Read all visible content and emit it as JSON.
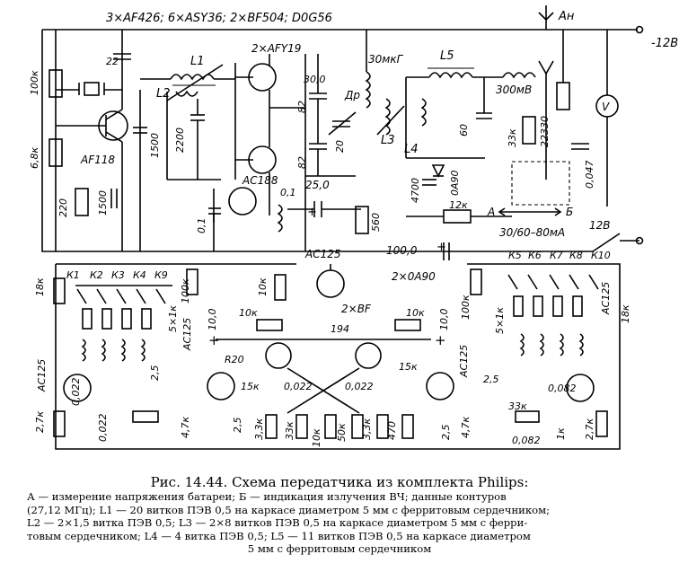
{
  "header_text": "3×AF426; 6×ASY36; 2×BF504; D0G56",
  "antenna_label": "Ан",
  "supply_label": "-12В",
  "supply2_label": "12В",
  "meter_label": "V",
  "labels": {
    "l1": "L1",
    "l2": "L2",
    "l3": "L3",
    "l4": "L4",
    "l5": "L5",
    "dr": "Др",
    "dr_val": "30мкГ",
    "q_af118": "AF118",
    "q_afy19": "2×AFY19",
    "q_ac188": "AC188",
    "q_ac125_mid": "AC125",
    "q_2bf": "2×BF",
    "q_2oa90": "2×0A90",
    "q_0a90": "0A90",
    "r_100k": "100к",
    "r_68k": "6,8к",
    "r_220": "220",
    "c_1500a": "1500",
    "c_1500b": "1500",
    "c_22a": "22",
    "c_2200": "2200",
    "c_300": "30,0",
    "c_82a": "82",
    "c_82b": "82",
    "c_20": "20",
    "c_60": "60",
    "c_4700": "4700",
    "r_12k": "12к",
    "c_01a": "0,1",
    "c_01b": "0,1",
    "c_250": "25,0",
    "r_560": "560",
    "r_300mv": "300мВ",
    "r_33k": "33к",
    "c_22b": "22",
    "r_330": "330",
    "c_0047": "0,047",
    "meter_a": "А",
    "meter_b": "Б",
    "meter_range": "30/60–80мА",
    "c_1000": "100,0",
    "k_left": [
      "К1",
      "К2",
      "К3",
      "К4",
      "К9"
    ],
    "k_right": [
      "К5",
      "К6",
      "К7",
      "К8",
      "К10"
    ],
    "r_18k_l": "18к",
    "r_18k_r": "18к",
    "r_5x1k_l": "5×1к",
    "r_5x1k_r": "5×1к",
    "r_100k_l": "100к",
    "r_100k_r": "100к",
    "r_10k_l": "10к",
    "r_10k_r": "10к",
    "c_10_l": "10,0",
    "c_10_r": "10,0",
    "r_10k_top_l": "10к",
    "r_10k_top_r": "10к",
    "r_194": "194",
    "r_r20": "R20",
    "r_15k_l": "15к",
    "r_15k_r": "15к",
    "c_0022_l": "0,022",
    "c_0022_r": "0,022",
    "c_0022_a": "0,022",
    "c_0022_b": "0,022",
    "c_25_l": "2,5",
    "c_25_r": "2,5",
    "c_25_c": "2,5",
    "c_25_d": "2,5",
    "ac125_l1": "AC125",
    "ac125_l2": "AC125",
    "ac125_r1": "AC125",
    "ac125_r2": "AC125",
    "r_27k_l": "2,7к",
    "r_27k_r": "2,7к",
    "r_47k_l": "4,7к",
    "r_47k_r": "4,7к",
    "r_33k_l": "3,3к",
    "r_33k_r": "3,3к",
    "r_33k_b": "33к",
    "r_10k_b": "10к",
    "r_50k": "50к",
    "r_470": "470",
    "r_33k_rr": "33к",
    "c_0082_a": "0,082",
    "c_0082_b": "0,082",
    "r_1k": "1к",
    "c_2200_label": "2200"
  },
  "caption": {
    "title": "Рис. 14.44. Схема передатчика из комплекта Philips:",
    "lines": [
      "А — измерение напряжения батареи; Б — индикация излучения ВЧ; данные контуров",
      "(27,12 МГц); L1 — 20 витков ПЭВ 0,5 на каркасе диаметром 5 мм с ферритовым сердечником;",
      "L2 — 2×1,5 витка ПЭВ 0,5; L3 — 2×8 витков ПЭВ 0,5 на каркасе диаметром 5 мм с ферри-",
      "товым сердечником; L4 — 4 витка ПЭВ 0,5; L5 — 11 витков ПЭВ 0,5 на каркасе диаметром",
      "5 мм с ферритовым сердечником"
    ]
  }
}
